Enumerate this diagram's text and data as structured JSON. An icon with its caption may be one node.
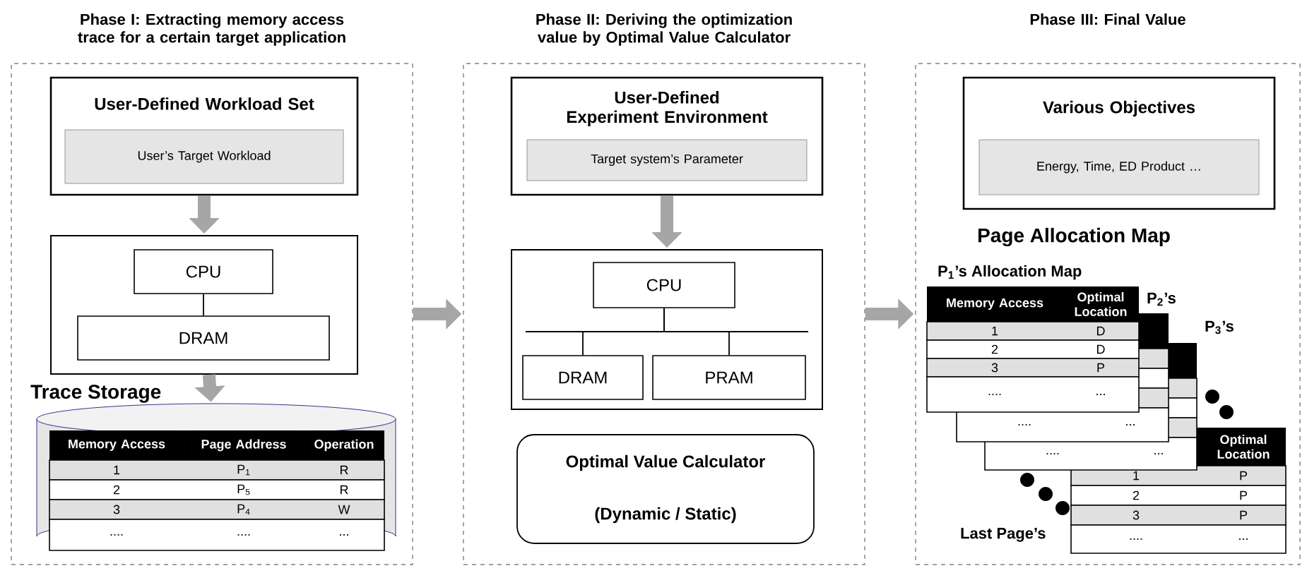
{
  "diagram": {
    "nodes": [
      {
        "text": [
          "Phase I: Extracting memory access trace for a certain target application"
        ]
      },
      {
        "text": [
          "User-Defined Workload Set"
        ],
        "in": 0
      },
      {
        "text": [
          "User’s Target Workload"
        ],
        "in": 1
      },
      {
        "text": [],
        "shape": "box",
        "in": 0
      },
      {
        "text": [
          "CPU"
        ],
        "in": 3
      },
      {
        "text": [
          "DRAM"
        ],
        "in": 3
      },
      {
        "text": [
          "Trace Storage"
        ],
        "in": 0
      },
      {
        "text": [
          "Phase II: Deriving the optimization value by Optimal Value Calculator"
        ]
      },
      {
        "text": [
          "User-Defined Experiment Environment"
        ],
        "in": 7
      },
      {
        "text": [
          "Target system’s Parameter"
        ],
        "in": 8
      },
      {
        "text": [],
        "shape": "box",
        "in": 7
      },
      {
        "text": [
          "CPU"
        ],
        "in": 10
      },
      {
        "text": [
          "DRAM"
        ],
        "in": 10
      },
      {
        "text": [
          "PRAM"
        ],
        "in": 10
      },
      {
        "text": [
          "Optimal Value Calculator",
          "(Dynamic / Static)"
        ],
        "in": 7
      },
      {
        "text": [
          "Phase III: Final Value"
        ]
      },
      {
        "text": [
          "Various Objectives"
        ],
        "in": 15
      },
      {
        "text": [
          "Energy, Time, ED Product …"
        ],
        "in": 16
      }
    ],
    "edges": [
      {
        "from": 1,
        "to": 3,
        "arrow": "to"
      },
      {
        "from": 4,
        "to": 5,
        "arrow": "none",
        "color": "#000000"
      },
      {
        "from": 3,
        "to": 6,
        "arrow": "to"
      },
      {
        "from": 0,
        "to": 7,
        "arrow": "to"
      },
      {
        "from": 8,
        "to": 10,
        "arrow": "to"
      },
      {
        "from": 11,
        "to": 12,
        "arrow": "none",
        "color": "#000000"
      },
      {
        "from": 11,
        "to": 13,
        "arrow": "none",
        "color": "#000000"
      },
      {
        "from": 7,
        "to": 15,
        "arrow": "to"
      }
    ],
    "labels": [
      "Memory Access",
      "Page Address",
      "Operation",
      "1",
      "P$_{1}$",
      "R",
      "2",
      "P$_{5}$",
      "R",
      "3",
      "P$_{4}$",
      "W",
      "....",
      "....",
      "...",
      "Page Allocation Map",
      "P$_{1}$’s Allocation Map",
      "Memory Access",
      "Optimal Location",
      "1",
      "D",
      "2",
      "D",
      "3",
      "P",
      "....",
      "...",
      "P$_{2}$’s",
      "....",
      "...",
      "P$_{3}$’s",
      "....",
      "...",
      "Optimal Location",
      "1",
      "P",
      "2",
      "P",
      "3",
      "P",
      "....",
      "...",
      "Last Page’s"
    ]
  }
}
